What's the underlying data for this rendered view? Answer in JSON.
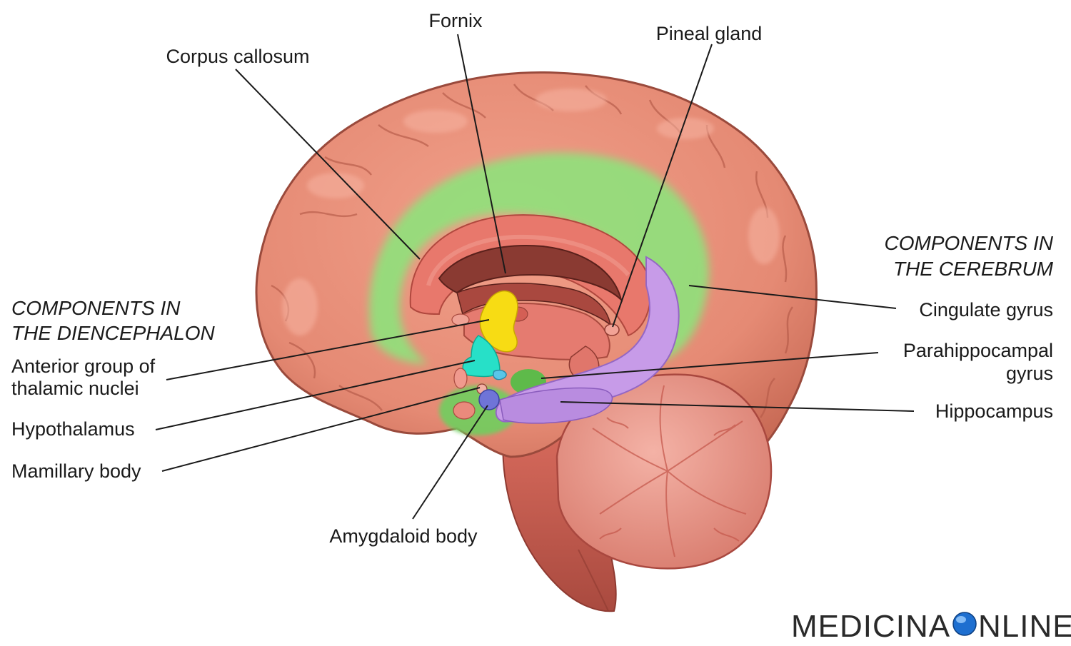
{
  "labels": {
    "fornix": "Fornix",
    "pineal_gland": "Pineal gland",
    "corpus_callosum": "Corpus callosum",
    "cingulate_gyrus": "Cingulate gyrus",
    "parahippocampal_line1": "Parahippocampal",
    "parahippocampal_line2": "gyrus",
    "hippocampus": "Hippocampus",
    "anterior_line1": "Anterior group of",
    "anterior_line2": "thalamic nuclei",
    "hypothalamus": "Hypothalamus",
    "mamillary_body": "Mamillary body",
    "amygdaloid_body": "Amygdaloid body"
  },
  "sections": {
    "cerebrum_line1": "COMPONENTS IN",
    "cerebrum_line2": "THE CEREBRUM",
    "diencephalon_line1": "COMPONENTS IN",
    "diencephalon_line2": "THE DIENCEPHALON"
  },
  "watermark": {
    "left": "MEDICINA",
    "right": "NLINE"
  },
  "colors": {
    "cortex": "#e58a74",
    "cortex_dark": "#b85a48",
    "cingulate": "#8fe27c",
    "hippocampus": "#c79be8",
    "thalamic_nuclei": "#f7dc14",
    "hypothalamus": "#27e0c8",
    "amygdala": "#6f74d8",
    "cerebellum": "#e69a8e"
  }
}
